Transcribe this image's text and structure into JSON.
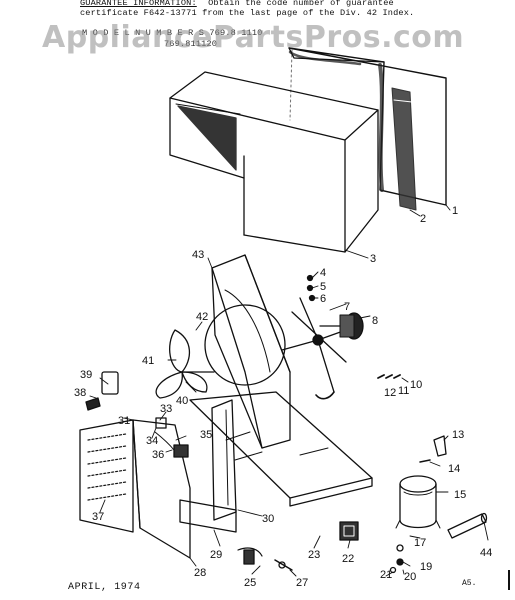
{
  "header": {
    "line1_label": "GUARANTEE INFORMATION:",
    "line1_rest": "Obtain the code number of guarantee",
    "line2": "certificate F642-13771 from the last page of the Div. 42 Index.",
    "model_line1": "M O D E L  N U M B E R S    769.8 1110",
    "model_line2": "769.811120"
  },
  "watermark": "AppliancePartsPros.com",
  "footer": {
    "date": "APRIL, 1974",
    "page_code": "A5."
  },
  "callouts": [
    "1",
    "2",
    "3",
    "4",
    "5",
    "6",
    "7",
    "8",
    "10",
    "11",
    "12",
    "13",
    "14",
    "15",
    "17",
    "19",
    "20",
    "21",
    "22",
    "23",
    "25",
    "27",
    "28",
    "29",
    "30",
    "31",
    "33",
    "34",
    "35",
    "36",
    "37",
    "38",
    "39",
    "40",
    "41",
    "42",
    "43",
    "44"
  ]
}
